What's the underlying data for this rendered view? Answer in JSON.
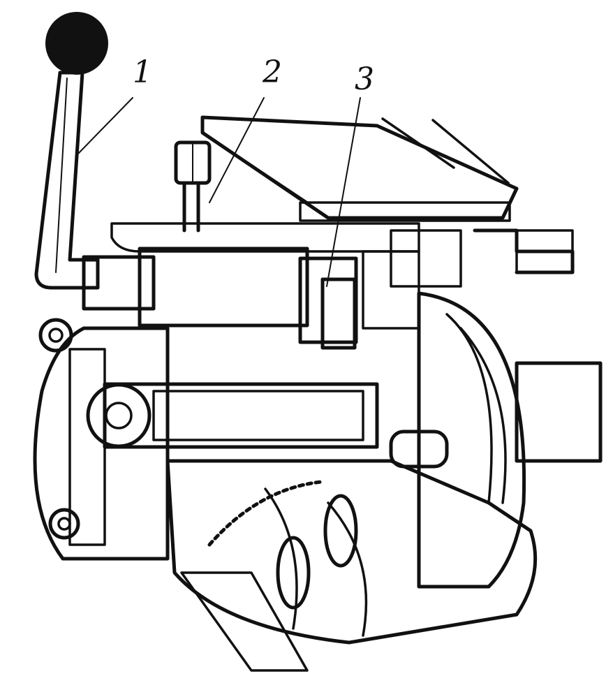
{
  "figure": {
    "callouts": [
      {
        "id": "1",
        "text": "1"
      },
      {
        "id": "2",
        "text": "2"
      },
      {
        "id": "3",
        "text": "3"
      }
    ],
    "colors": {
      "ink": "#111111",
      "paper": "#ffffff"
    }
  }
}
